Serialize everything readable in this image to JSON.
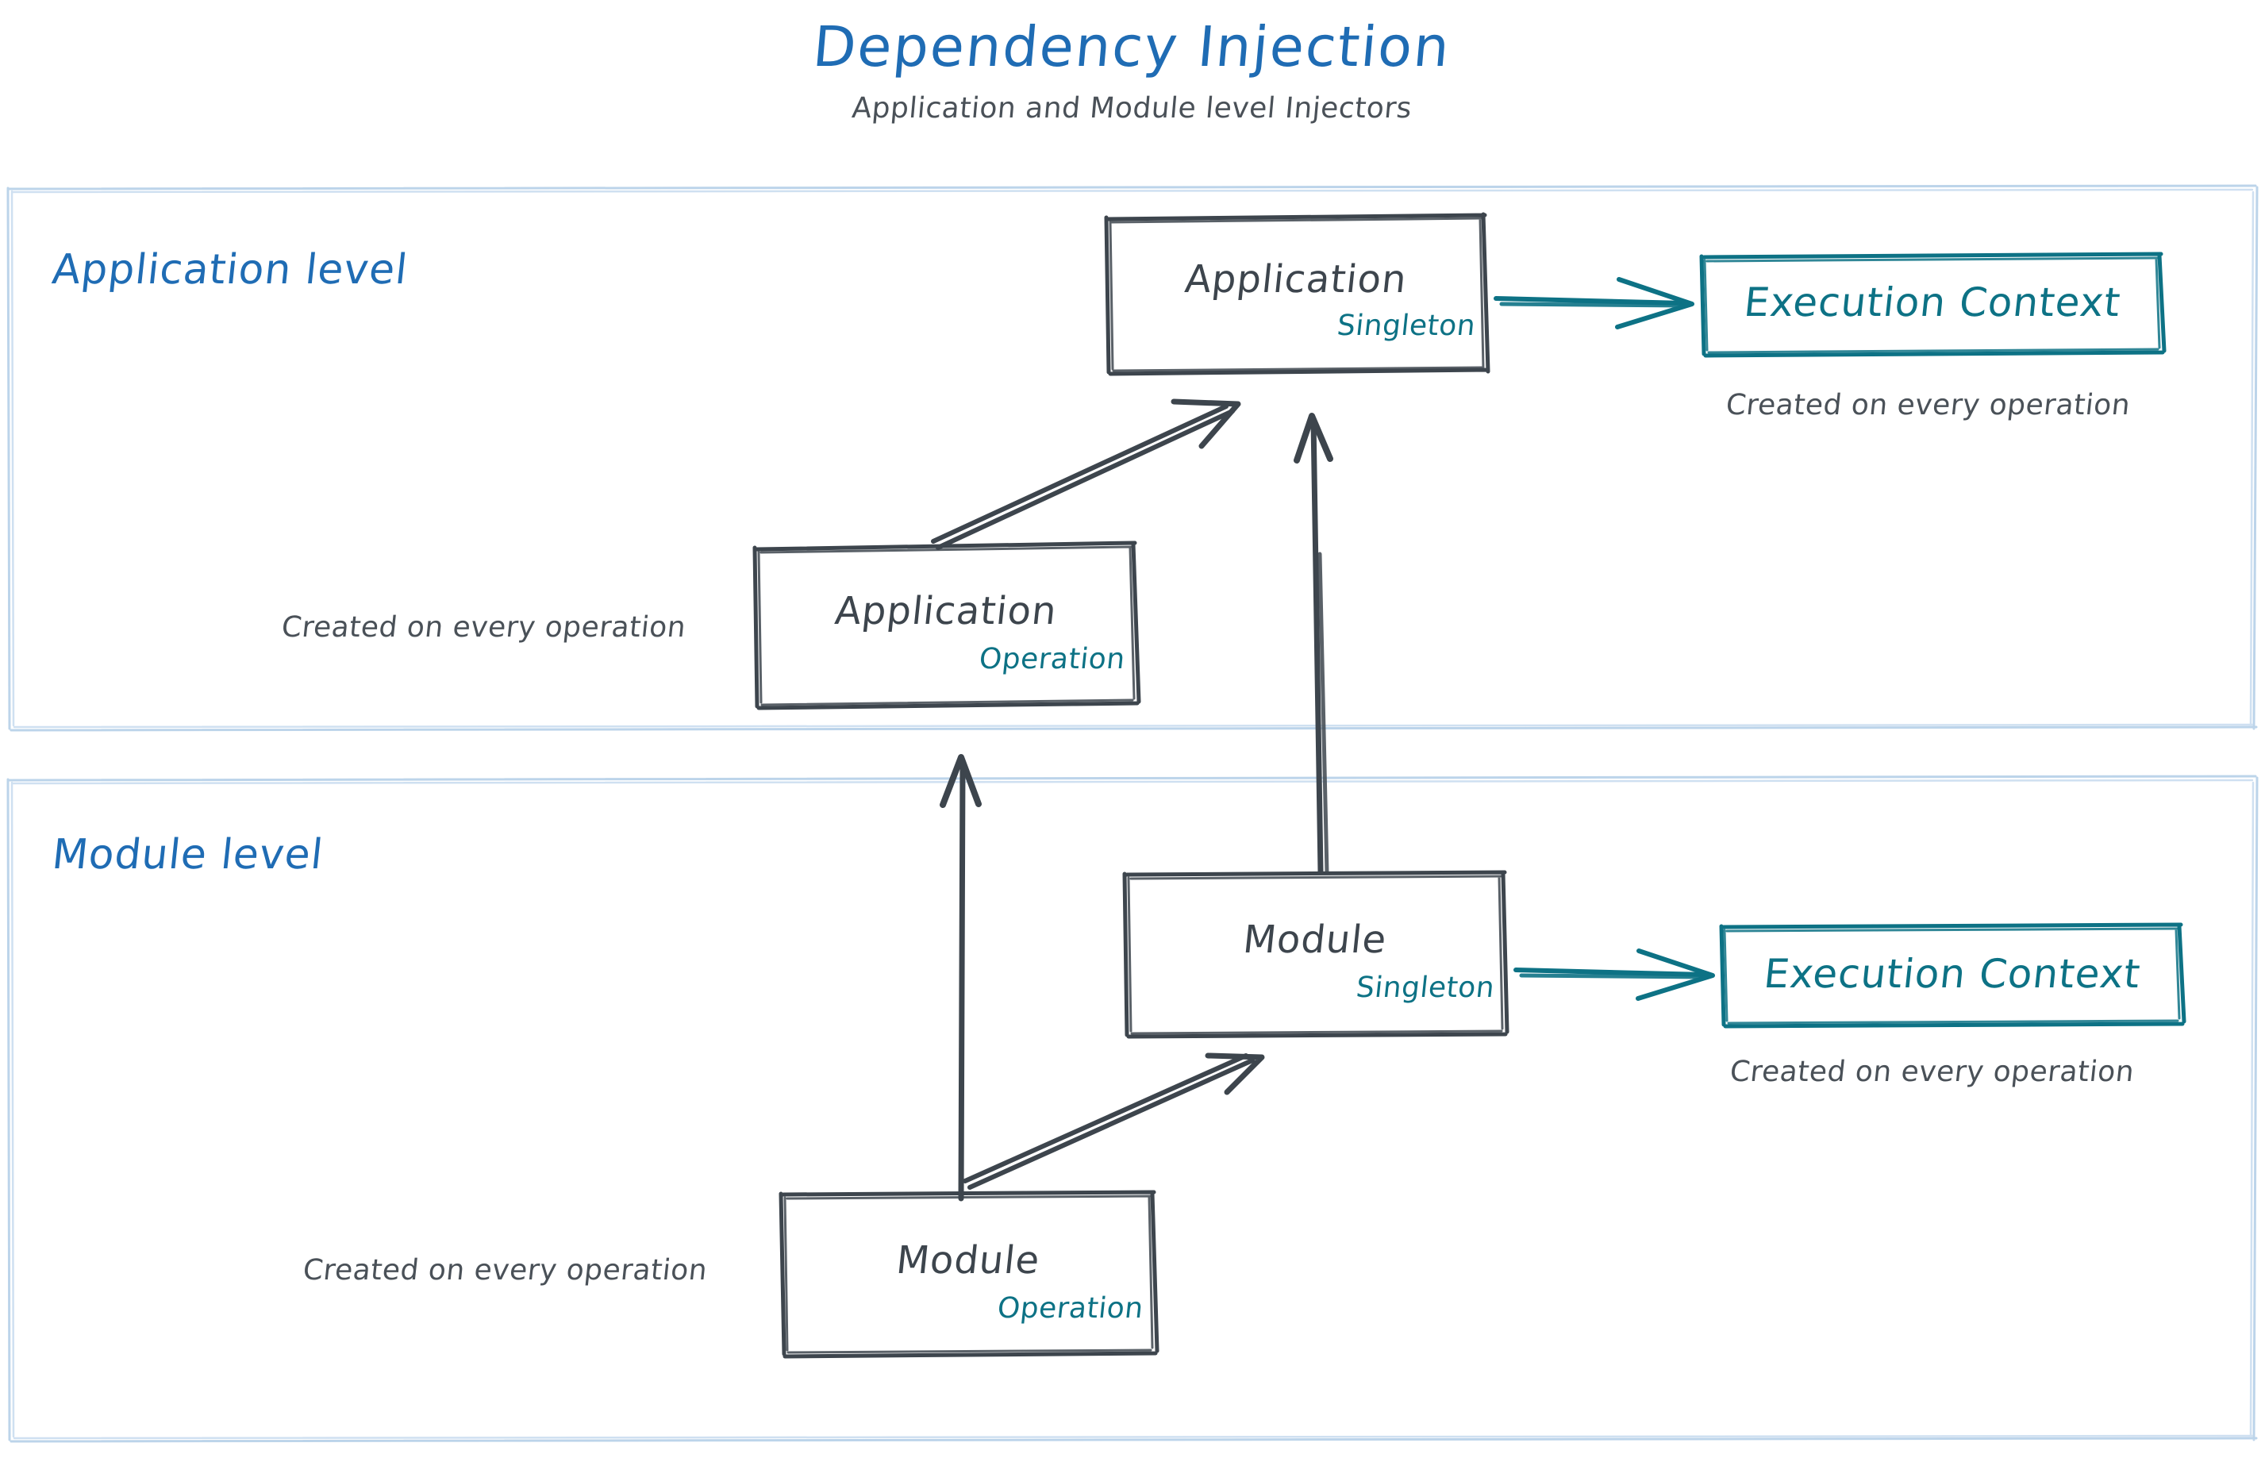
{
  "title": "Dependency Injection",
  "subtitle": "Application and Module level Injectors",
  "colors": {
    "title_blue": "#1f6cb4",
    "layer_border": "#bcd4ea",
    "box_stroke": "#3d454d",
    "teal": "#0d7285",
    "caption_gray": "#4a5158"
  },
  "layers": [
    {
      "id": "application",
      "label": "Application level",
      "boxes": [
        {
          "id": "application-singleton",
          "title": "Application",
          "scope": "Singleton"
        },
        {
          "id": "application-operation",
          "title": "Application",
          "scope": "Operation"
        },
        {
          "id": "exec-ctx-app",
          "title": "Execution Context"
        }
      ],
      "captions": [
        {
          "id": "caption-exec-app",
          "text": "Created on every operation"
        },
        {
          "id": "caption-app-op",
          "text": "Created on every operation"
        }
      ]
    },
    {
      "id": "module",
      "label": "Module level",
      "boxes": [
        {
          "id": "module-singleton",
          "title": "Module",
          "scope": "Singleton"
        },
        {
          "id": "module-operation",
          "title": "Module",
          "scope": "Operation"
        },
        {
          "id": "exec-ctx-module",
          "title": "Execution Context"
        }
      ],
      "captions": [
        {
          "id": "caption-exec-module",
          "text": "Created on every operation"
        },
        {
          "id": "caption-module-op",
          "text": "Created on every operation"
        }
      ]
    }
  ],
  "arrows": [
    {
      "id": "app-singleton-to-exec-ctx",
      "from": "application-singleton",
      "to": "exec-ctx-app",
      "color": "teal",
      "direction": "right"
    },
    {
      "id": "app-operation-to-app-singleton",
      "from": "application-operation",
      "to": "application-singleton",
      "color": "dark",
      "direction": "up-right"
    },
    {
      "id": "module-singleton-to-app-singleton",
      "from": "module-singleton",
      "to": "application-singleton",
      "color": "dark",
      "direction": "up"
    },
    {
      "id": "module-operation-to-application-level",
      "from": "module-operation",
      "to": "application-level",
      "color": "dark",
      "direction": "up"
    },
    {
      "id": "module-operation-to-module-singleton",
      "from": "module-operation",
      "to": "module-singleton",
      "color": "dark",
      "direction": "up-right"
    },
    {
      "id": "module-singleton-to-exec-ctx",
      "from": "module-singleton",
      "to": "exec-ctx-module",
      "color": "teal",
      "direction": "right"
    }
  ]
}
